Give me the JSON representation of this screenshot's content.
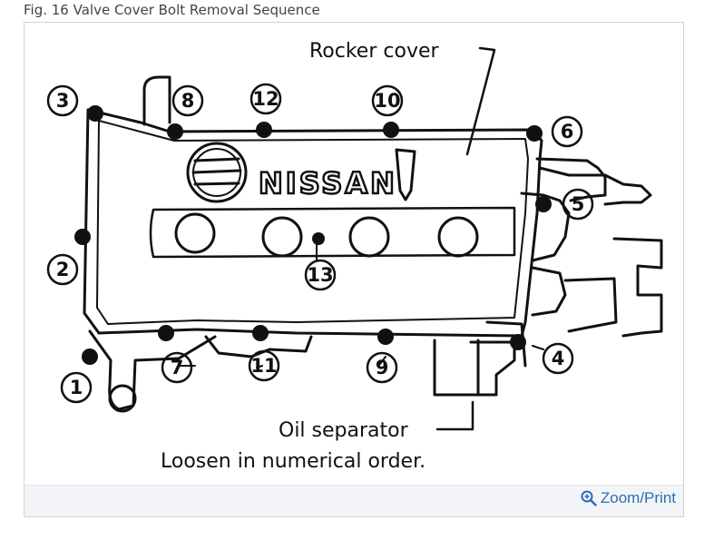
{
  "caption": "Fig. 16 Valve Cover Bolt Removal Sequence",
  "diagram": {
    "label_rocker_cover": "Rocker cover",
    "label_oil_separator": "Oil separator",
    "instruction": "Loosen in numerical order.",
    "brand": "NISSAN",
    "bolts": [
      {
        "n": "1"
      },
      {
        "n": "2"
      },
      {
        "n": "3"
      },
      {
        "n": "4"
      },
      {
        "n": "5"
      },
      {
        "n": "6"
      },
      {
        "n": "7"
      },
      {
        "n": "8"
      },
      {
        "n": "9"
      },
      {
        "n": "10"
      },
      {
        "n": "11"
      },
      {
        "n": "12"
      },
      {
        "n": "13"
      }
    ]
  },
  "footer": {
    "zoom_label": "Zoom/Print",
    "zoom_icon": "magnifier-plus-icon"
  },
  "colors": {
    "link": "#2d6db5",
    "footer_bg": "#f2f4f7",
    "border": "#cfd3d8"
  }
}
